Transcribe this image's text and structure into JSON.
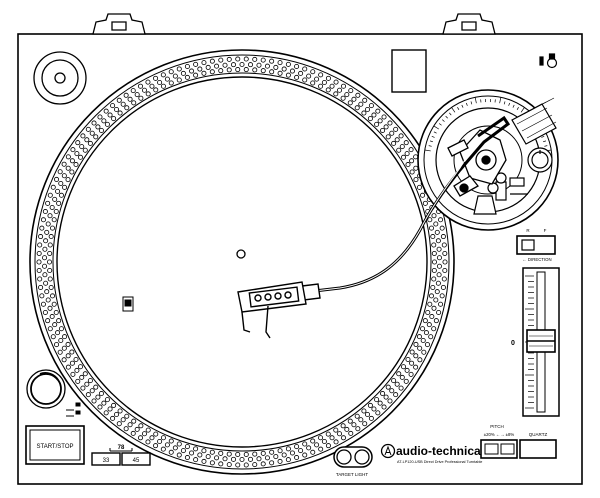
{
  "controls": {
    "start_stop": "START/STOP",
    "speed_33": "33",
    "speed_45": "45",
    "speed_78": "78",
    "target_light": "TARGET LIGHT",
    "pitch": "PITCH",
    "pitch_ranges": "±20% ←→ ±8%",
    "quartz": "QUARTZ",
    "direction": "← DIRECTION",
    "direction_r": "R",
    "direction_f": "F",
    "pitch_scale_mark": "0"
  },
  "brand": {
    "logo_text": "audio-technica",
    "model_line": "AT-LP120-USB Direct Drive Professional Turntable"
  },
  "colors": {
    "line": "#000000",
    "background": "#ffffff"
  }
}
